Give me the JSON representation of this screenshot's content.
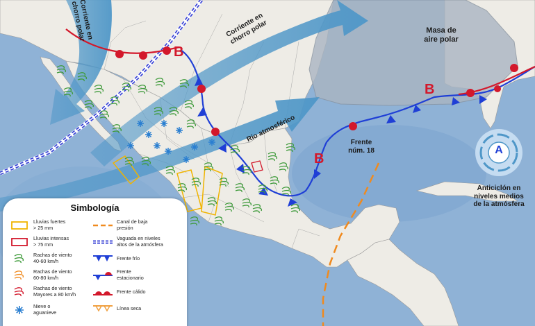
{
  "map": {
    "labels": {
      "polar_air_mass": "Masa de\naire polar",
      "jet_stream_right": "Corriente en\nchorro polar",
      "jet_stream_left": "Corriente en\nchorro polar",
      "atmospheric_river": "Río atmosférico",
      "front": "Frente\nnúm. 18",
      "anticyclone": "Anticiclón en\nniveles medios\nde la atmósfera",
      "anticyclone_center": "A",
      "low_b1": "B",
      "low_b2": "B",
      "low_b3": "B"
    },
    "colors": {
      "ocean": "#8fb2d6",
      "land": "#eeece6",
      "cold_front": "#1f3fd6",
      "warm_front": "#d3182b",
      "jet_arrow": "#4f97c8",
      "air_mass": "#aab5c2",
      "trough": "#3b45d6",
      "wind_gust": "#3e9a3a",
      "snow": "#2a7fd1",
      "heavy_rain": "#f0b400",
      "low_pressure_canal": "#f08a1e"
    }
  },
  "legend": {
    "title": "Simbología",
    "items": [
      {
        "label": "Lluvias fuertes\n> 25 mm",
        "icon": "yellow-outline-box-icon"
      },
      {
        "label": "Lluvias intensas\n> 75 mm",
        "icon": "red-outline-box-icon"
      },
      {
        "label": "Rachas de viento\n40-60 km/h",
        "icon": "green-wind-icon"
      },
      {
        "label": "Rachas de viento\n60-80 km/h",
        "icon": "orange-wind-icon"
      },
      {
        "label": "Rachas de viento\nMayores a 80 km/h",
        "icon": "red-wind-icon"
      },
      {
        "label": "Nieve o\naguanieve",
        "icon": "snowflake-icon"
      },
      {
        "label": "Canal de baja\npresión",
        "icon": "dashed-orange-line-icon"
      },
      {
        "label": "Vaguada en niveles\naltos de la atmósfera",
        "icon": "double-dashed-line-icon"
      },
      {
        "label": "Frente frío",
        "icon": "cold-front-icon"
      },
      {
        "label": "Frente\nestacionario",
        "icon": "stationary-front-icon"
      },
      {
        "label": "Frente cálido",
        "icon": "warm-front-icon"
      },
      {
        "label": "Línea seca",
        "icon": "dry-line-icon"
      }
    ]
  }
}
